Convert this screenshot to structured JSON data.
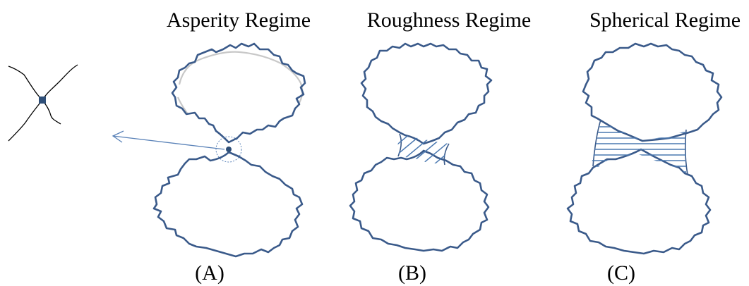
{
  "titles": {
    "a": "Asperity Regime",
    "b": "Roughness Regime",
    "c": "Spherical Regime"
  },
  "panels": {
    "a": "(A)",
    "b": "(B)",
    "c": "(C)"
  },
  "colors": {
    "particle_outline": "#3a5a8a",
    "hatch": "#4a78b0",
    "ghost_outline": "#c8c8c8",
    "arrow": "#5a82b8",
    "contact_node": "#2f4f78",
    "inset_lines": "#000000"
  }
}
